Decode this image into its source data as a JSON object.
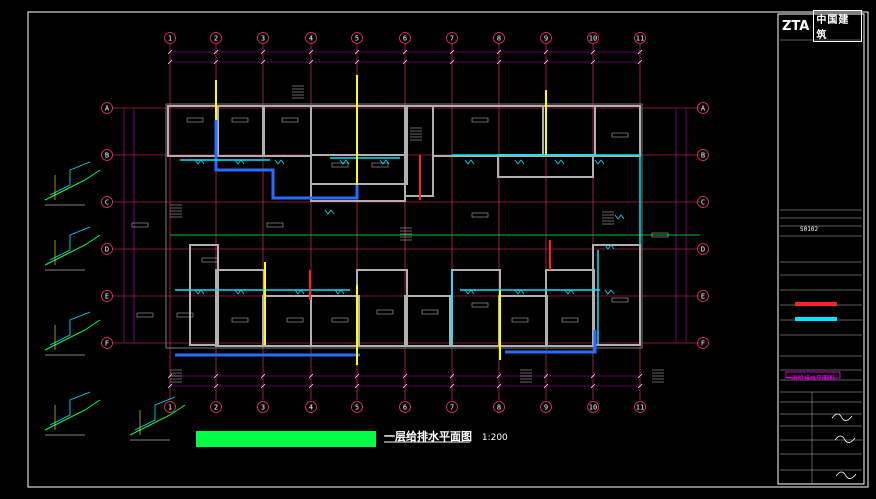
{
  "drawing": {
    "title": "一层给排水平面图",
    "scale": "1:200",
    "number": "S0102"
  },
  "title_block": {
    "company_short": "ZTA",
    "company_cn": "中国建筑",
    "stamp_note": "一层给排水平面图"
  },
  "axes": {
    "columns": [
      "1",
      "2",
      "3",
      "4",
      "5",
      "6",
      "7",
      "8",
      "9",
      "10",
      "11"
    ],
    "rows": [
      "A",
      "B",
      "C",
      "D",
      "E",
      "F"
    ]
  },
  "colors": {
    "wall": "#b0b0b0",
    "grid": "#ff3366",
    "water_supply": "#00e5ff",
    "pipe_blue": "#2a6bff",
    "drain_green": "#00ff44",
    "riser_yellow": "#ffff00",
    "fire_red": "#ff2020",
    "dimension": "#c000c0"
  },
  "icons": {
    "column_bubble": "circle-label-icon",
    "room_tag": "room-tag-icon",
    "stair": "stair-hatch-icon"
  }
}
